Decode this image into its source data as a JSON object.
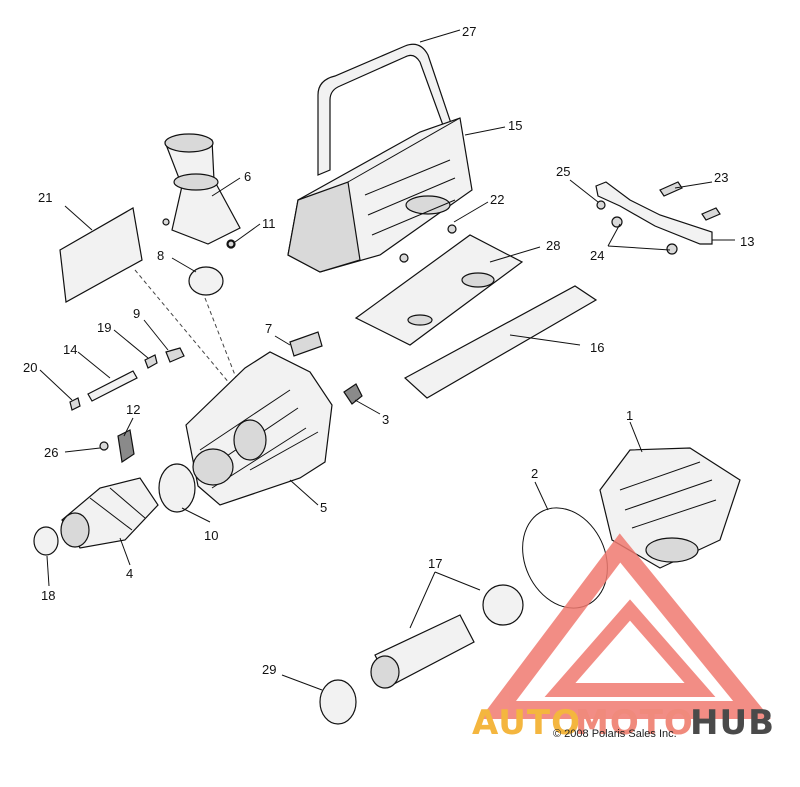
{
  "diagram": {
    "callouts": [
      "1",
      "2",
      "3",
      "4",
      "5",
      "6",
      "7",
      "8",
      "9",
      "10",
      "11",
      "12",
      "13",
      "14",
      "15",
      "16",
      "17",
      "18",
      "19",
      "20",
      "21",
      "22",
      "23",
      "24",
      "25",
      "26",
      "27",
      "28",
      "29"
    ],
    "copyright": "© 2008 Polaris Sales Inc."
  },
  "watermark": {
    "part1": "AUTO",
    "part2": "MOTO",
    "part3": "HUB",
    "colors": {
      "auto": "#f4b63f",
      "moto": "#f08a7c",
      "hub": "#4a4a4a",
      "triangle": "#f07a70"
    }
  }
}
